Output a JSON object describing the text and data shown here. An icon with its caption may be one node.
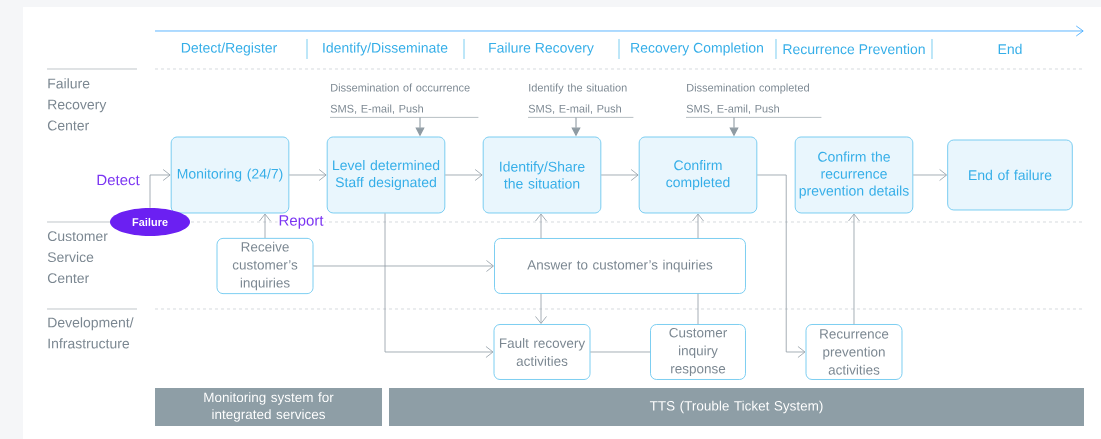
{
  "diagram": {
    "nodes": [
      {
        "text": [
          "Monitoring (24/7)"
        ]
      },
      {
        "text": [
          "Level determined Staff designated"
        ]
      },
      {
        "text": [
          "Identify/Share the situation"
        ]
      },
      {
        "text": [
          "Confirm completed"
        ]
      },
      {
        "text": [
          "Confirm the recurrence prevention details"
        ]
      },
      {
        "text": [
          "End of failure"
        ]
      },
      {
        "text": [
          "Failure"
        ]
      },
      {
        "text": [
          "Receive customer’s inquiries"
        ]
      },
      {
        "text": [
          "Answer to customer’s inquiries"
        ]
      },
      {
        "text": [
          "Fault recovery activities"
        ]
      },
      {
        "text": [
          "Customer inquiry response"
        ]
      },
      {
        "text": [
          "Recurrence prevention activities"
        ]
      },
      {
        "text": [
          "Monitoring system for integrated services"
        ]
      },
      {
        "text": [
          "TTS (Trouble Ticket System)"
        ]
      },
      {
        "text": [
          "Dissemination of occurrence",
          "SMS, E-mail, Push"
        ]
      },
      {
        "text": [
          "Identify the situation",
          "SMS, E-mail, Push"
        ]
      },
      {
        "text": [
          "Dissemination completed",
          "SMS, E-amil, Push"
        ]
      }
    ],
    "edges": [
      {
        "from": 6,
        "to": 0,
        "arrow": "to",
        "label": "Detect"
      },
      {
        "from": 0,
        "to": 1,
        "arrow": "to"
      },
      {
        "from": 1,
        "to": 2,
        "arrow": "to"
      },
      {
        "from": 2,
        "to": 3,
        "arrow": "to"
      },
      {
        "from": 3,
        "to": 11,
        "arrow": "to"
      },
      {
        "from": 4,
        "to": 5,
        "arrow": "to"
      },
      {
        "from": 7,
        "to": 0,
        "arrow": "to",
        "label": "Report"
      },
      {
        "from": 7,
        "to": 8,
        "arrow": "to"
      },
      {
        "from": 1,
        "to": 9,
        "arrow": "to"
      },
      {
        "from": 8,
        "to": 2,
        "arrow": "to"
      },
      {
        "from": 8,
        "to": 3,
        "arrow": "to"
      },
      {
        "from": 8,
        "to": 9,
        "arrow": "to"
      },
      {
        "from": 10,
        "to": 8,
        "arrow": "none"
      },
      {
        "from": 9,
        "to": 10,
        "arrow": "none"
      },
      {
        "from": 11,
        "to": 4,
        "arrow": "to"
      },
      {
        "from": 14,
        "to": 1,
        "arrow": "to"
      },
      {
        "from": 15,
        "to": 2,
        "arrow": "to"
      },
      {
        "from": 16,
        "to": 3,
        "arrow": "to"
      }
    ],
    "labels": [
      "Detect/Register",
      "Identify/Disseminate",
      "Failure Recovery",
      "Recovery Completion",
      "Recurrence Prevention",
      "End",
      "Failure Recovery Center",
      "Customer Service Center",
      "Development/ Infrastructure"
    ]
  }
}
